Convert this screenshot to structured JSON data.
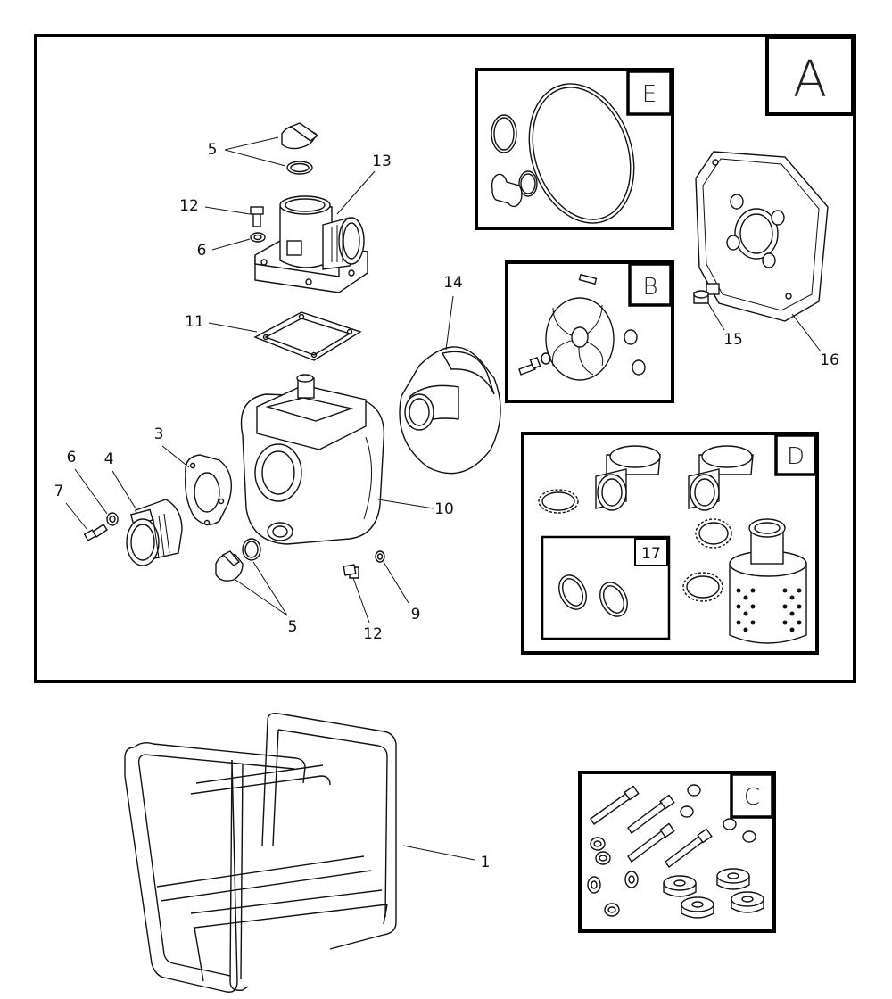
{
  "sections": {
    "A": "A",
    "B": "B",
    "C": "C",
    "D": "D",
    "E": "E",
    "kit17": "17"
  },
  "callouts": {
    "c5_top": "5",
    "c13": "13",
    "c12_top": "12",
    "c6_top": "6",
    "c11": "11",
    "c14": "14",
    "c15": "15",
    "c16": "16",
    "c3": "3",
    "c6_left": "6",
    "c4": "4",
    "c7": "7",
    "c10": "10",
    "c9": "9",
    "c12_bottom": "12",
    "c5_bottom": "5",
    "c1": "1"
  }
}
